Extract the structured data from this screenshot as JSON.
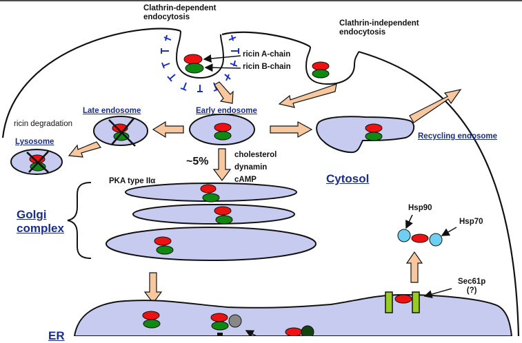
{
  "labels": {
    "clathrin_dependent_line1": "Clathrin-dependent",
    "clathrin_dependent_line2": "endocytosis",
    "clathrin_independent_line1": "Clathrin-independent",
    "clathrin_independent_line2": "endocytosis",
    "ricin_a_chain": "ricin A-chain",
    "ricin_b_chain": "ricin B-chain",
    "late_endosome": "Late endosome",
    "early_endosome": "Early endosome",
    "ricin_degradation": "ricin degradation",
    "lysosome": "Lysosome",
    "recycling_endosome": "Recycling endosome",
    "percent": "~5%",
    "cholesterol": "cholesterol",
    "dynamin": "dynamin",
    "camp": "cAMP",
    "cytosol": "Cytosol",
    "pka": "PKA type IIα",
    "golgi_line1": "Golgi",
    "golgi_line2": "complex",
    "hsp90": "Hsp90",
    "hsp70": "Hsp70",
    "sec61p": "Sec61p",
    "sec61p_q": "(?)",
    "er": "ER"
  },
  "colors": {
    "compartment_fill": "#c8cbf0",
    "ricin_a": "#ee1111",
    "ricin_b": "#118811",
    "arrow_fill": "#f7c8a0",
    "clathrin": "#1a2ccc",
    "title_blue": "#1a2c8c",
    "sec61_fill": "#99cc22",
    "hsp_fill": "#6ecff0",
    "grey_chaperone": "#888888",
    "dark_green": "#114411"
  }
}
